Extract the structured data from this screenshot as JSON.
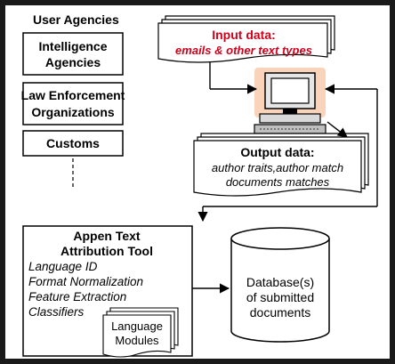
{
  "colors": {
    "frame": "#1a1a1a",
    "canvas": "#ffffff",
    "box_fill": "#ffffff",
    "input_title": "#d0021b",
    "monitor_glow": "#f4b183"
  },
  "user_agencies": {
    "heading": "User Agencies",
    "items": [
      [
        "Intelligence",
        "Agencies"
      ],
      [
        "Law Enforcement",
        "Organizations"
      ],
      [
        "Customs"
      ]
    ]
  },
  "input_data": {
    "title": "Input data:",
    "subtitle": "emails & other text types"
  },
  "computer": {
    "icon": "desktop-computer-icon"
  },
  "output_data": {
    "title": "Output data:",
    "lines": [
      "author traits,author match",
      "documents matches"
    ]
  },
  "tool": {
    "title_lines": [
      "Appen Text",
      "Attribution Tool"
    ],
    "components": [
      "Language ID",
      "Format Normalization",
      "Feature Extraction",
      "Classifiers"
    ],
    "modules_lines": [
      "Language",
      "Modules"
    ]
  },
  "database": {
    "icon": "database-cylinder-icon",
    "lines": [
      "Database(s)",
      "of submitted",
      "documents"
    ]
  }
}
